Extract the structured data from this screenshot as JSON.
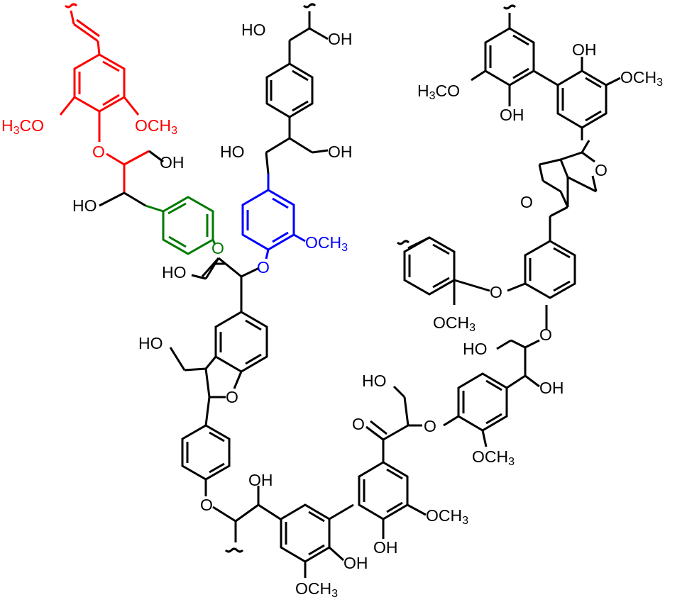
{
  "colors": {
    "black": "#000000",
    "red": "#ff0000",
    "green": "#007a00",
    "blue": "#0000ff"
  },
  "labels": {
    "top_ho": "HO",
    "top_oh": "OH",
    "mid_ho": "HO",
    "mid_oh": "OH",
    "red_left_h3co": "H3CO",
    "red_right_och3": "OCH3",
    "red_o": "O",
    "red_oh": "OH",
    "ho_left_1": "HO",
    "green_o": "O",
    "blue_och3": "OCH3",
    "blue_o": "O",
    "ho_left_2": "HO",
    "ho_left_3": "HO",
    "furan_o": "O",
    "bottom_o": "O",
    "bottom_oh_top": "OH",
    "bottom_oh": "OH",
    "bottom_och3": "OCH3",
    "center_och3": "OCH3",
    "center_oh": "OH",
    "ketone_o": "O",
    "center_ho": "HO",
    "center_o": "O",
    "right_och3_low": "OCH3",
    "right_oh": "OH",
    "right_ho": "HO",
    "right_o_link": "O",
    "right_o_biaryl": "O",
    "right_och3_mid": "OCH3",
    "ring_o_upper": "O",
    "ring_o_lower": "O",
    "tr_oh": "OH",
    "tr_och3": "OCH3",
    "tr_h3co": "H3CO",
    "tr_oh_low": "OH"
  }
}
